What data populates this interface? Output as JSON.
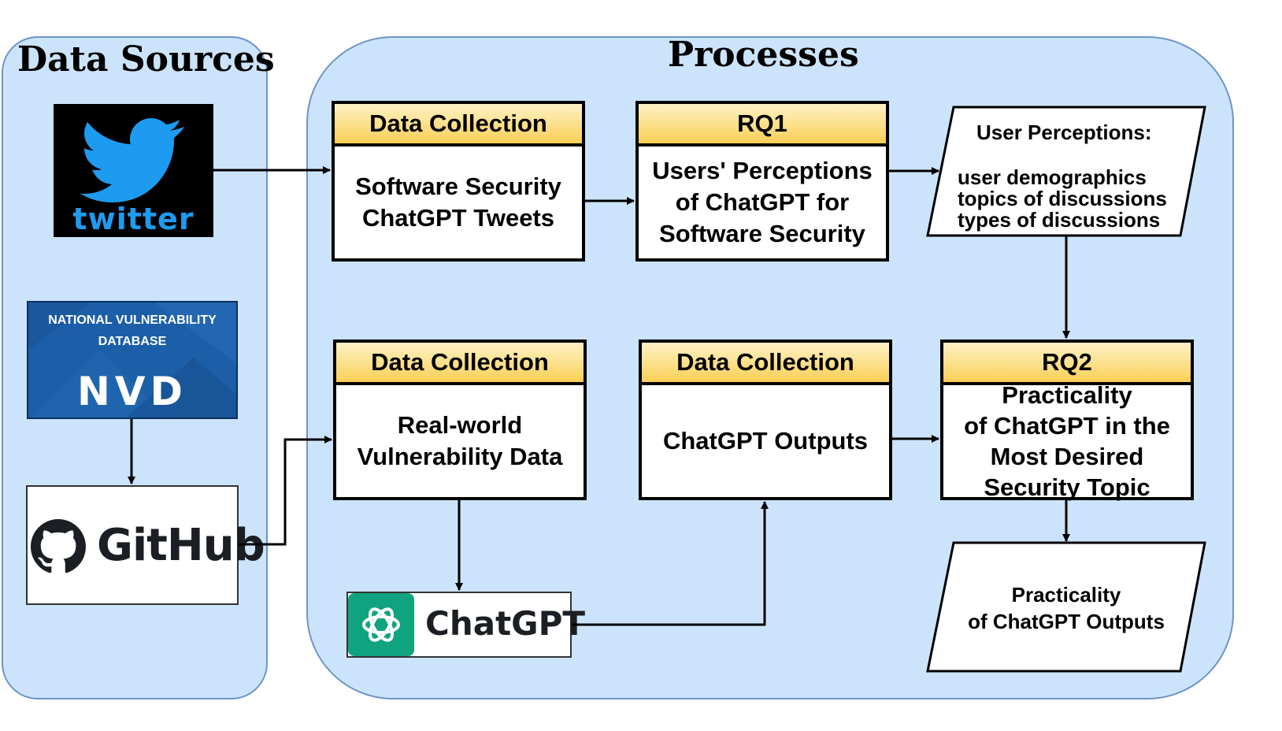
{
  "panels": {
    "data_sources": "Data Sources",
    "processes": "Processes"
  },
  "logos": {
    "twitter": "twitter",
    "nvd_line1": "NATIONAL VULNERABILITY",
    "nvd_line2": "DATABASE",
    "nvd_mark": "NVD",
    "github": "GitHub",
    "chatgpt": "ChatGPT"
  },
  "boxes": {
    "collect_tweets": {
      "header": "Data Collection",
      "body": "Software Security\nChatGPT Tweets"
    },
    "rq1": {
      "header": "RQ1",
      "body": "Users' Perceptions\nof ChatGPT for\nSoftware Security"
    },
    "collect_vuln": {
      "header": "Data Collection",
      "body": "Real-world\nVulnerability Data"
    },
    "collect_outputs": {
      "header": "Data Collection",
      "body": "ChatGPT Outputs"
    },
    "rq2": {
      "header": "RQ2",
      "body": "Practicality\nof ChatGPT in the\nMost Desired\nSecurity Topic"
    }
  },
  "outputs": {
    "user_perceptions": {
      "title": "User Perceptions:",
      "items": "user demographics\ntopics of discussions\ntypes of discussions"
    },
    "practicality": "Practicality\nof ChatGPT Outputs"
  },
  "colors": {
    "panel_fill": "#cce4fb",
    "panel_border": "#6e94c8",
    "header_fill": "#f9cf55",
    "twitter_blue": "#1d9bf0",
    "nvd_blue": "#1c5fa8",
    "chatgpt_green": "#10a37f"
  }
}
